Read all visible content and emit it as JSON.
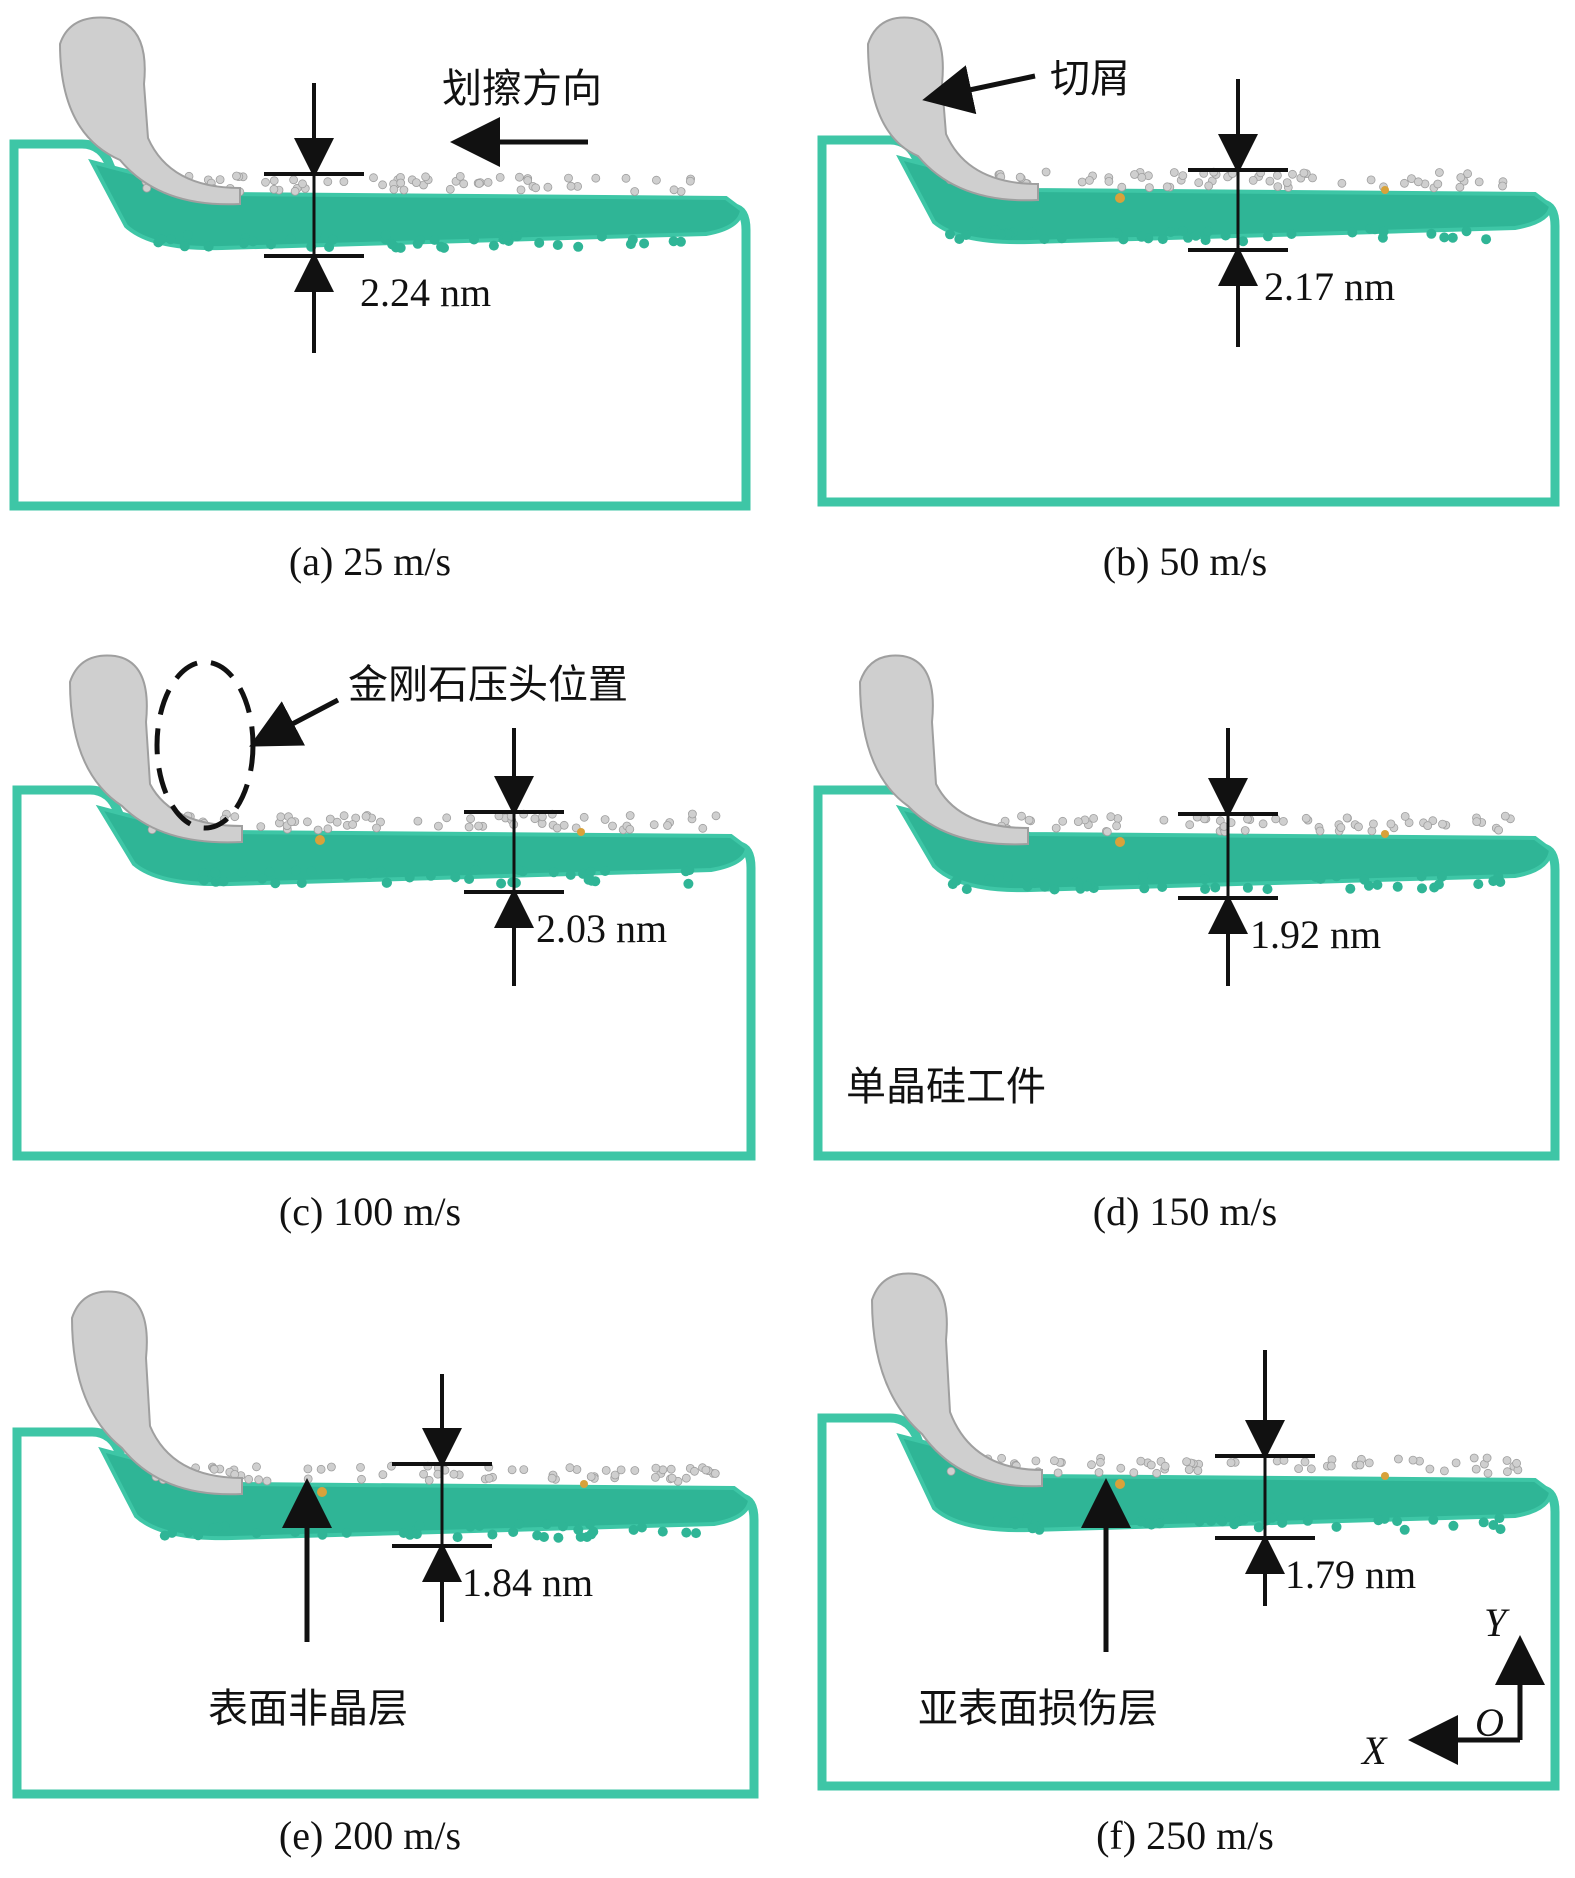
{
  "figure": {
    "colors": {
      "workpiece_edge": "#3ec6a6",
      "layer_dark": "#2fb596",
      "chip_gray": "#cfcfcf",
      "chip_outline": "#9f9f9f",
      "defect": "#d8a23a",
      "annotation": "#111111"
    },
    "panels": [
      {
        "id": "a",
        "caption": "(a) 25 m/s",
        "thickness": "2.24 nm"
      },
      {
        "id": "b",
        "caption": "(b) 50 m/s",
        "thickness": "2.17 nm"
      },
      {
        "id": "c",
        "caption": "(c) 100 m/s",
        "thickness": "2.03 nm"
      },
      {
        "id": "d",
        "caption": "(d) 150 m/s",
        "thickness": "1.92 nm"
      },
      {
        "id": "e",
        "caption": "(e) 200 m/s",
        "thickness": "1.84 nm"
      },
      {
        "id": "f",
        "caption": "(f) 250 m/s",
        "thickness": "1.79 nm"
      }
    ],
    "labels": {
      "scratch_direction": "划擦方向",
      "chip": "切屑",
      "indenter_position": "金刚石压头位置",
      "workpiece": "单晶硅工件",
      "amorphous_layer": "表面非晶层",
      "subsurface_damage": "亚表面损伤层"
    },
    "axes": {
      "x": "X",
      "y": "Y",
      "origin": "O"
    }
  }
}
